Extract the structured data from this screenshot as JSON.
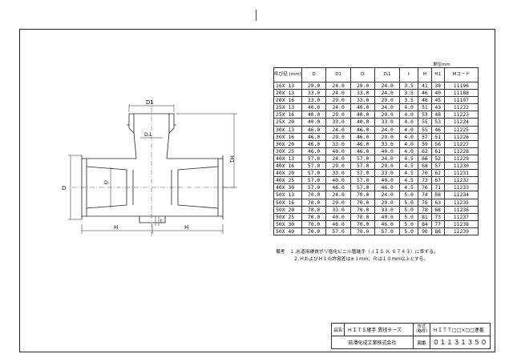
{
  "drawing": {
    "labels": {
      "D1": "D1",
      "Di1": "Dᵢ1",
      "Di": "Dᵢ",
      "D": "D",
      "H": "H",
      "H1": "H1",
      "t": "t"
    }
  },
  "table": {
    "unit": "単位mm",
    "headers": [
      "呼び径 (mm)",
      "D",
      "D1",
      "Dᵢ",
      "Dᵢ1",
      "t",
      "H",
      "H1",
      "Mコ－ド"
    ],
    "rows": [
      [
        "16X 13",
        "29.0",
        "24.0",
        "29.0",
        "24.0",
        "3.5",
        "41",
        "38",
        "11196"
      ],
      [
        "20X 13",
        "33.0",
        "24.0",
        "33.0",
        "24.0",
        "3.5",
        "46",
        "40",
        "11188"
      ],
      [
        "20X 16",
        "33.0",
        "29.0",
        "33.0",
        "29.0",
        "3.5",
        "48",
        "45",
        "11197"
      ],
      [
        "25X 13",
        "40.0",
        "24.0",
        "40.0",
        "24.0",
        "4.0",
        "51",
        "43",
        "11222"
      ],
      [
        "25X 16",
        "40.0",
        "29.0",
        "40.0",
        "29.0",
        "4.0",
        "53",
        "48",
        "11223"
      ],
      [
        "25X 20",
        "40.0",
        "33.0",
        "40.0",
        "33.0",
        "4.0",
        "55",
        "53",
        "11224"
      ],
      [
        "30X 13",
        "46.0",
        "24.0",
        "46.0",
        "24.0",
        "4.0",
        "55",
        "46",
        "11225"
      ],
      [
        "30X 16",
        "46.0",
        "29.0",
        "46.0",
        "29.0",
        "4.0",
        "57",
        "51",
        "11226"
      ],
      [
        "30X 20",
        "46.0",
        "33.0",
        "46.0",
        "33.0",
        "4.0",
        "59",
        "56",
        "11227"
      ],
      [
        "30X 25",
        "46.0",
        "40.0",
        "46.0",
        "40.0",
        "4.0",
        "62",
        "61",
        "11228"
      ],
      [
        "40X 13",
        "57.0",
        "24.0",
        "57.0",
        "24.0",
        "4.5",
        "66",
        "52",
        "11229"
      ],
      [
        "40X 16",
        "57.0",
        "29.0",
        "57.0",
        "29.0",
        "4.5",
        "68",
        "57",
        "11230"
      ],
      [
        "40X 20",
        "57.0",
        "33.0",
        "57.0",
        "33.0",
        "4.5",
        "70",
        "62",
        "11231"
      ],
      [
        "40X 25",
        "57.0",
        "40.0",
        "57.0",
        "40.0",
        "4.5",
        "73",
        "67",
        "11232"
      ],
      [
        "40X 30",
        "57.0",
        "46.0",
        "57.0",
        "46.0",
        "4.5",
        "76",
        "71",
        "11233"
      ],
      [
        "50X 13",
        "70.0",
        "24.0",
        "70.0",
        "24.0",
        "5.0",
        "74",
        "58",
        "11234"
      ],
      [
        "50X 16",
        "70.0",
        "29.0",
        "70.0",
        "29.0",
        "5.0",
        "76",
        "63",
        "11235"
      ],
      [
        "50X 20",
        "70.0",
        "33.0",
        "70.0",
        "33.0",
        "5.0",
        "78",
        "68",
        "11236"
      ],
      [
        "50X 25",
        "70.0",
        "40.0",
        "70.0",
        "40.0",
        "5.0",
        "81",
        "73",
        "11237"
      ],
      [
        "50X 30",
        "70.0",
        "46.0",
        "70.0",
        "46.0",
        "5.0",
        "84",
        "77",
        "11238"
      ],
      [
        "50X 40",
        "70.0",
        "57.0",
        "70.0",
        "57.0",
        "5.0",
        "90",
        "88",
        "11239"
      ]
    ]
  },
  "notes": {
    "label": "備考",
    "line1": "１.水道用硬質ポリ塩化ビニル管継手（ＪＩＳ Ｋ ６７４３）に準ずる。",
    "line2": "２.ＨおよびＨ１の許容差は±１mm、Ｒは１０mm以上とする。"
  },
  "title_block": {
    "name_label": "品名",
    "name_value": "ＨＩＴＳ継手 異径チーズ",
    "model_label": "形式",
    "model_sub": "（略号）",
    "model_value": "ＨＩＴＴ□□×□□連番",
    "company": "前澤化成工業株式会社",
    "drawing_label": "図番",
    "drawing_number": "０１１３１３５０"
  }
}
